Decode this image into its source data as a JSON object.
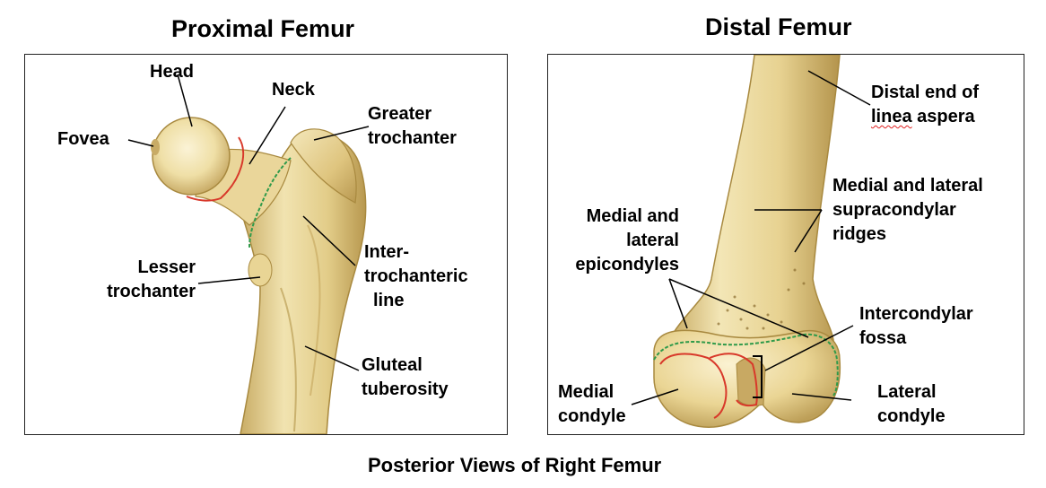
{
  "titles": {
    "proximal": "Proximal Femur",
    "distal": "Distal Femur",
    "caption": "Posterior Views of Right Femur"
  },
  "proximal_labels": {
    "head": "Head",
    "neck": "Neck",
    "fovea": "Fovea",
    "greater_trochanter": [
      "Greater",
      "trochanter"
    ],
    "lesser_trochanter": [
      "Lesser",
      "trochanter"
    ],
    "intertrochanteric_line": [
      "Inter-",
      "trochanteric",
      "line"
    ],
    "gluteal_tuberosity": [
      "Gluteal",
      "tuberosity"
    ]
  },
  "distal_labels": {
    "linea_aspera": [
      "Distal end of",
      "linea",
      "aspera"
    ],
    "supracondylar_ridges": [
      "Medial and lateral",
      "supracondylar",
      "ridges"
    ],
    "epicondyles": [
      "Medial and",
      "lateral",
      "epicondyles"
    ],
    "intercondylar_fossa": [
      "Intercondylar",
      "fossa"
    ],
    "medial_condyle": [
      "Medial",
      "condyle"
    ],
    "lateral_condyle": [
      "Lateral",
      "condyle"
    ]
  },
  "colors": {
    "bone_light": "#f3e7b8",
    "bone_mid": "#e4cf8c",
    "bone_dark": "#b99b55",
    "outline_red": "#d8382a",
    "outline_green": "#2f9a4a"
  }
}
